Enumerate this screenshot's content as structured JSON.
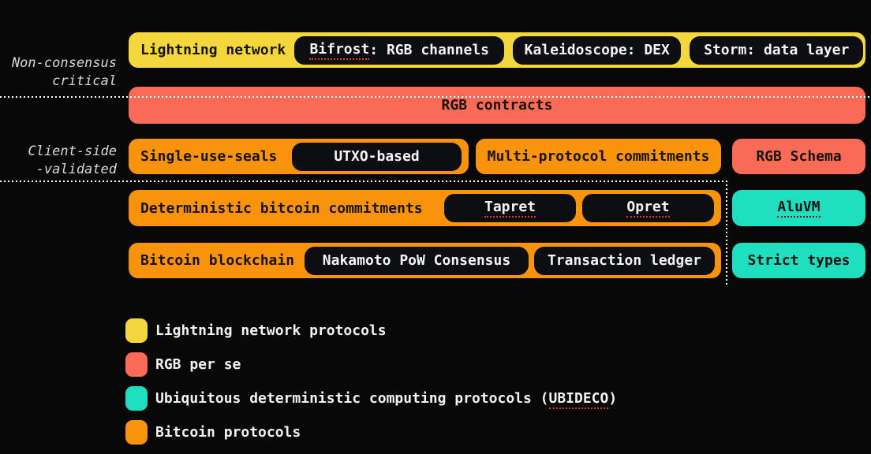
{
  "palette": {
    "background": "#080809",
    "yellow": "#F4D73B",
    "salmon": "#F96B56",
    "orange": "#F8930B",
    "teal": "#1FDFC1",
    "pill_black": "#0D0E11",
    "dotted_line": "#FFFFFF",
    "side_label_text": "#D9D9D9"
  },
  "side_labels": {
    "non_consensus_line1": "Non-consensus",
    "non_consensus_line2": "critical",
    "client_side_line1": "Client-side",
    "client_side_line2": "-validated"
  },
  "stack": {
    "lightning": {
      "label": "Lightning network",
      "pill_bifrost_word": "Bifrost",
      "pill_bifrost_rest": ": RGB channels",
      "pill_kaleidoscope": "Kaleidoscope: DEX",
      "pill_storm": "Storm: data layer"
    },
    "rgb_contracts": {
      "label": "RGB contracts"
    },
    "single_use_seals": {
      "label": "Single-use-seals",
      "pill_utxo": "UTXO-based"
    },
    "multi_protocol": {
      "label": "Multi-protocol commitments"
    },
    "rgb_schema": {
      "label": "RGB Schema"
    },
    "deterministic": {
      "label": "Deterministic bitcoin commitments",
      "pill_tapret": "Tapret",
      "pill_opret": "Opret"
    },
    "aluvm": {
      "label": "AluVM"
    },
    "bitcoin_blockchain": {
      "label": "Bitcoin blockchain",
      "pill_nakamoto": "Nakamoto PoW Consensus",
      "pill_ledger": "Transaction ledger"
    },
    "strict_types": {
      "label": "Strict types"
    }
  },
  "legend": {
    "items": [
      {
        "color": "#F4D73B",
        "label": "Lightning network protocols"
      },
      {
        "color": "#F96B56",
        "label": "RGB per se"
      },
      {
        "color": "#1FDFC1",
        "label_pre": "Ubiquitous deterministic computing protocols (",
        "label_word": "UBIDECO",
        "label_post": ")"
      },
      {
        "color": "#F8930B",
        "label": "Bitcoin protocols"
      }
    ]
  }
}
